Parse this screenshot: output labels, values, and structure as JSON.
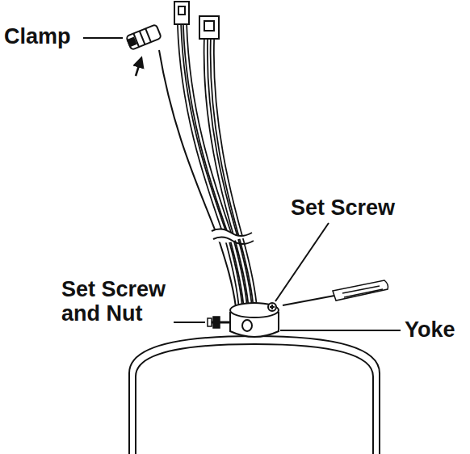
{
  "diagram": {
    "labels": [
      "Clamp",
      "Set Screw",
      "Set Screw and Nut",
      "Yoke"
    ]
  }
}
